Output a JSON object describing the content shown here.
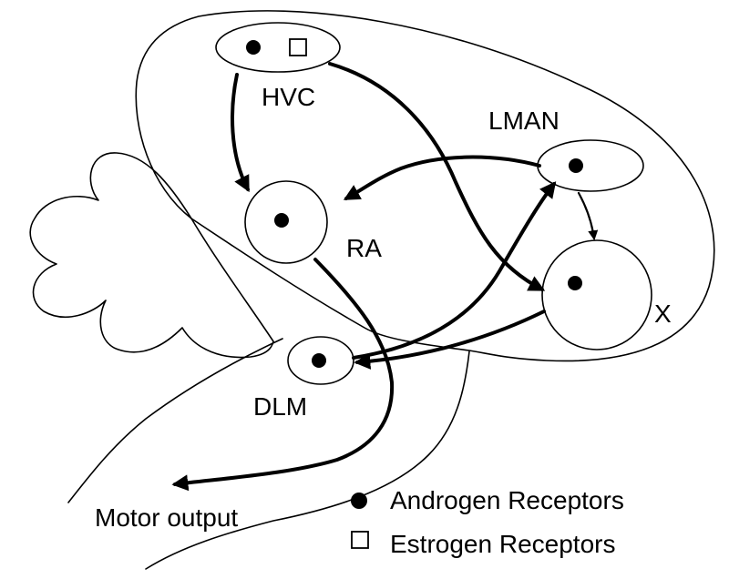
{
  "nuclei": {
    "hvc": "HVC",
    "lman": "LMAN",
    "ra": "RA",
    "x": "X",
    "dlm": "DLM"
  },
  "output_label": "Motor output",
  "legend": {
    "androgen": "Androgen Receptors",
    "estrogen": "Estrogen Receptors"
  },
  "icons": {
    "androgen_marker": "filled-circle",
    "estrogen_marker": "open-square"
  }
}
